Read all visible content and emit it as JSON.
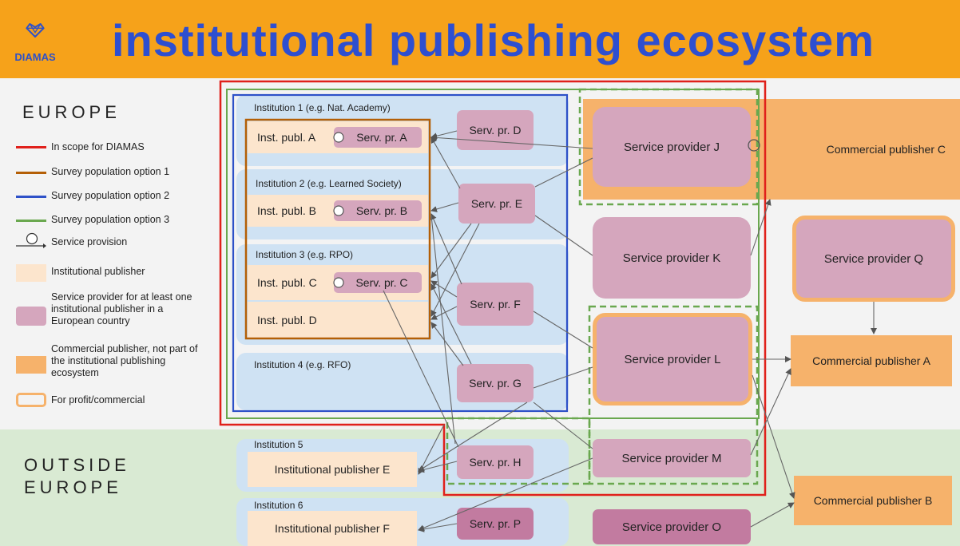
{
  "header": {
    "title": "institutional publishing ecosystem",
    "logo_text": "DIAMAS"
  },
  "regions": {
    "europe": "EUROPE",
    "outside_line1": "OUTSIDE",
    "outside_line2": "EUROPE"
  },
  "legend": [
    {
      "label": "In scope for DIAMAS",
      "color": "#e0201b"
    },
    {
      "label": "Survey population option 1",
      "color": "#b45f06"
    },
    {
      "label": "Survey population option 2",
      "color": "#2e51c8"
    },
    {
      "label": "Survey population option 3",
      "color": "#6aa84f"
    },
    {
      "label": "Service provision"
    },
    {
      "label": "Institutional publisher",
      "color": "#fce5cd"
    },
    {
      "label": "Service provider for at least one institutional publisher in a European country",
      "color": "#d5a6bd"
    },
    {
      "label": "Commercial publisher, not part of the institutional publishing ecosystem",
      "color": "#f6b26b"
    },
    {
      "label": "For profit/commercial",
      "color": "#f6b26b"
    }
  ],
  "institutions": {
    "i1": "Institution 1 (e.g. Nat. Academy)",
    "i2": "Institution 2 (e.g. Learned Society)",
    "i3": "Institution 3 (e.g. RPO)",
    "i4": "Institution 4 (e.g. RFO)",
    "i5": "Institution 5",
    "i6": "Institution 6"
  },
  "publishers": {
    "a": "Inst. publ. A",
    "b": "Inst. publ. B",
    "c": "Inst. publ. C",
    "d": "Inst. publ. D",
    "e": "Institutional publisher E",
    "f": "Institutional publisher F"
  },
  "service_providers": {
    "a": "Serv. pr. A",
    "b": "Serv. pr. B",
    "c": "Serv. pr. C",
    "d": "Serv. pr. D",
    "e": "Serv. pr. E",
    "f": "Serv. pr. F",
    "g": "Serv. pr. G",
    "h": "Serv. pr. H",
    "p": "Serv. pr. P",
    "j": "Service provider J",
    "k": "Service provider K",
    "l": "Service provider L",
    "m": "Service provider M",
    "o": "Service provider O",
    "q": "Service provider Q"
  },
  "commercial": {
    "a": "Commercial publisher A",
    "b": "Commercial publisher B",
    "c": "Commercial publisher C"
  },
  "colors": {
    "banner": "#f6a21a",
    "title": "#2e4fd0",
    "scope_red": "#e0201b",
    "option1_brown": "#b45f06",
    "option2_blue": "#2e51c8",
    "option3_green": "#6aa84f",
    "inst_publisher": "#fce5cd",
    "service_provider": "#d5a6bd",
    "commercial": "#f6b26b",
    "institution_bg": "#cfe2f3"
  }
}
